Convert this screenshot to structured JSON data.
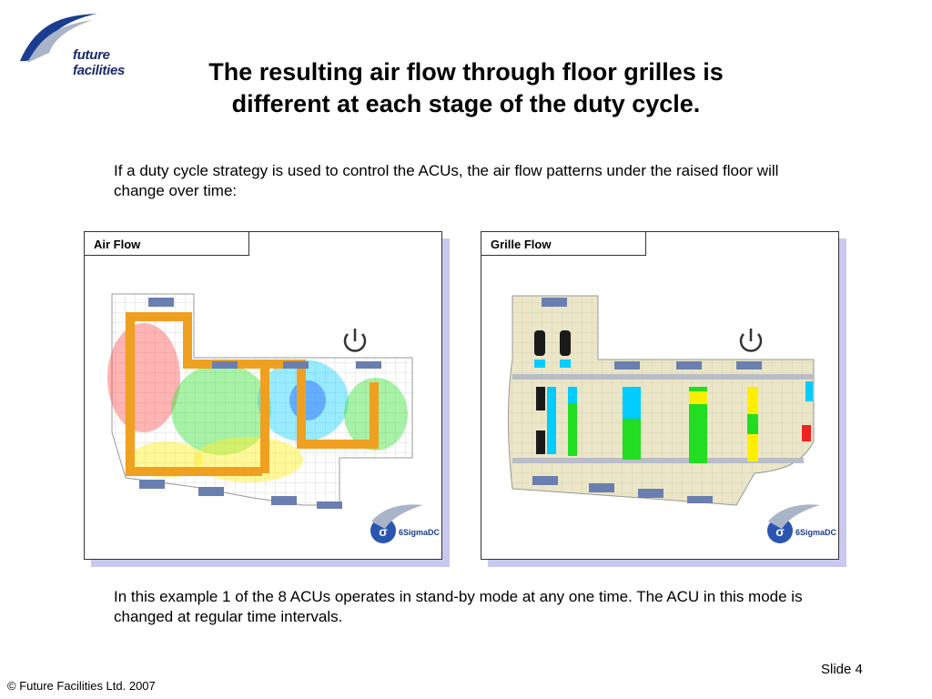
{
  "logo": {
    "text": "future facilities"
  },
  "title": {
    "line1": "The resulting air flow through floor grilles is",
    "line2": "different at each stage of the duty cycle."
  },
  "intro_text": "If a duty cycle strategy is used to control the ACUs, the air flow patterns under the raised floor will change over time:",
  "panels": [
    {
      "tab_label": "Air Flow",
      "badge_label": "6SigmaDC"
    },
    {
      "tab_label": "Grille Flow",
      "badge_label": "6SigmaDC"
    }
  ],
  "example_text": "In this example 1 of the 8 ACUs operates in stand-by mode at any one time. The ACU in this mode is changed at regular time intervals.",
  "footer": {
    "slide_number": "Slide 4",
    "copyright": "© Future Facilities Ltd. 2007"
  },
  "colors": {
    "title": "#000000",
    "panel_shadow": "#c9c9ef",
    "duct": "#f0a020",
    "floor_tile": "#ebe6c8",
    "cyan": "#00ccff",
    "green": "#22dd22",
    "yellow": "#ffee00",
    "red": "#ee2222"
  }
}
